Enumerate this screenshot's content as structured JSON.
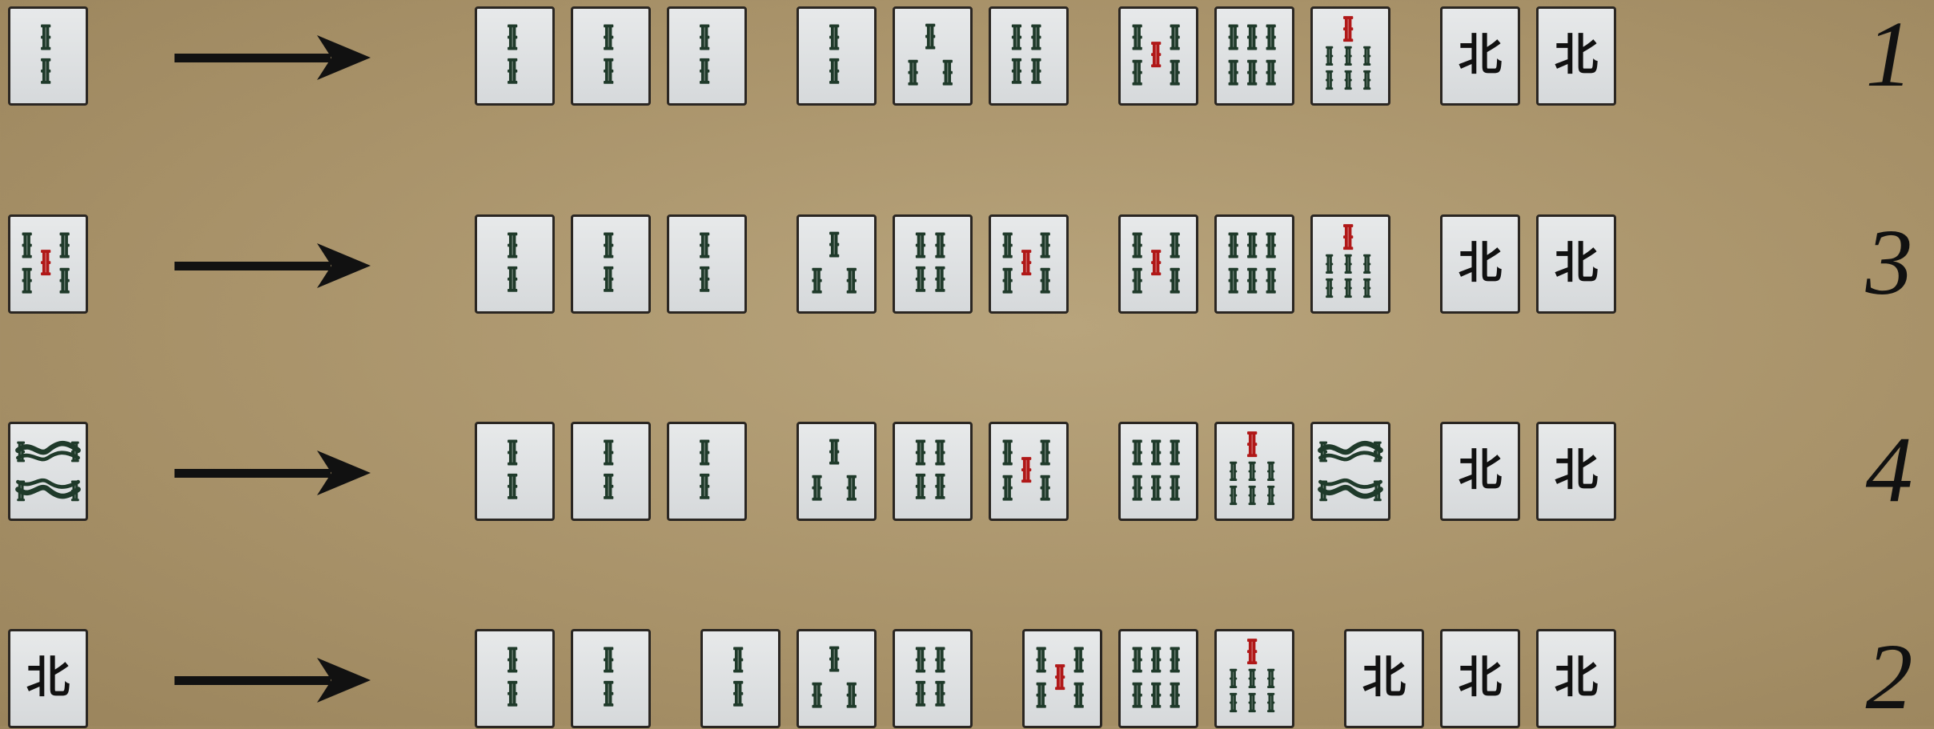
{
  "colors": {
    "tile_face": "#e2e4e6",
    "bamboo_green": "#1f3a2a",
    "bamboo_red": "#b01818",
    "ink": "#111111"
  },
  "rows": [
    {
      "drawn": "bamboo-2",
      "hand_groups": [
        [
          "bamboo-2",
          "bamboo-2",
          "bamboo-2"
        ],
        [
          "bamboo-2",
          "bamboo-3",
          "bamboo-4"
        ],
        [
          "bamboo-5",
          "bamboo-6",
          "bamboo-7"
        ],
        [
          "north",
          "north"
        ]
      ],
      "count": "1"
    },
    {
      "drawn": "bamboo-5",
      "hand_groups": [
        [
          "bamboo-2",
          "bamboo-2",
          "bamboo-2"
        ],
        [
          "bamboo-3",
          "bamboo-4",
          "bamboo-5"
        ],
        [
          "bamboo-5",
          "bamboo-6",
          "bamboo-7"
        ],
        [
          "north",
          "north"
        ]
      ],
      "count": "3"
    },
    {
      "drawn": "bamboo-8",
      "hand_groups": [
        [
          "bamboo-2",
          "bamboo-2",
          "bamboo-2"
        ],
        [
          "bamboo-3",
          "bamboo-4",
          "bamboo-5"
        ],
        [
          "bamboo-6",
          "bamboo-7",
          "bamboo-8"
        ],
        [
          "north",
          "north"
        ]
      ],
      "count": "4"
    },
    {
      "drawn": "north",
      "hand_groups": [
        [
          "bamboo-2",
          "bamboo-2"
        ],
        [
          "bamboo-2",
          "bamboo-3",
          "bamboo-4"
        ],
        [
          "bamboo-5",
          "bamboo-6",
          "bamboo-7"
        ],
        [
          "north",
          "north",
          "north"
        ]
      ],
      "count": "2"
    }
  ],
  "north_glyph": "北"
}
